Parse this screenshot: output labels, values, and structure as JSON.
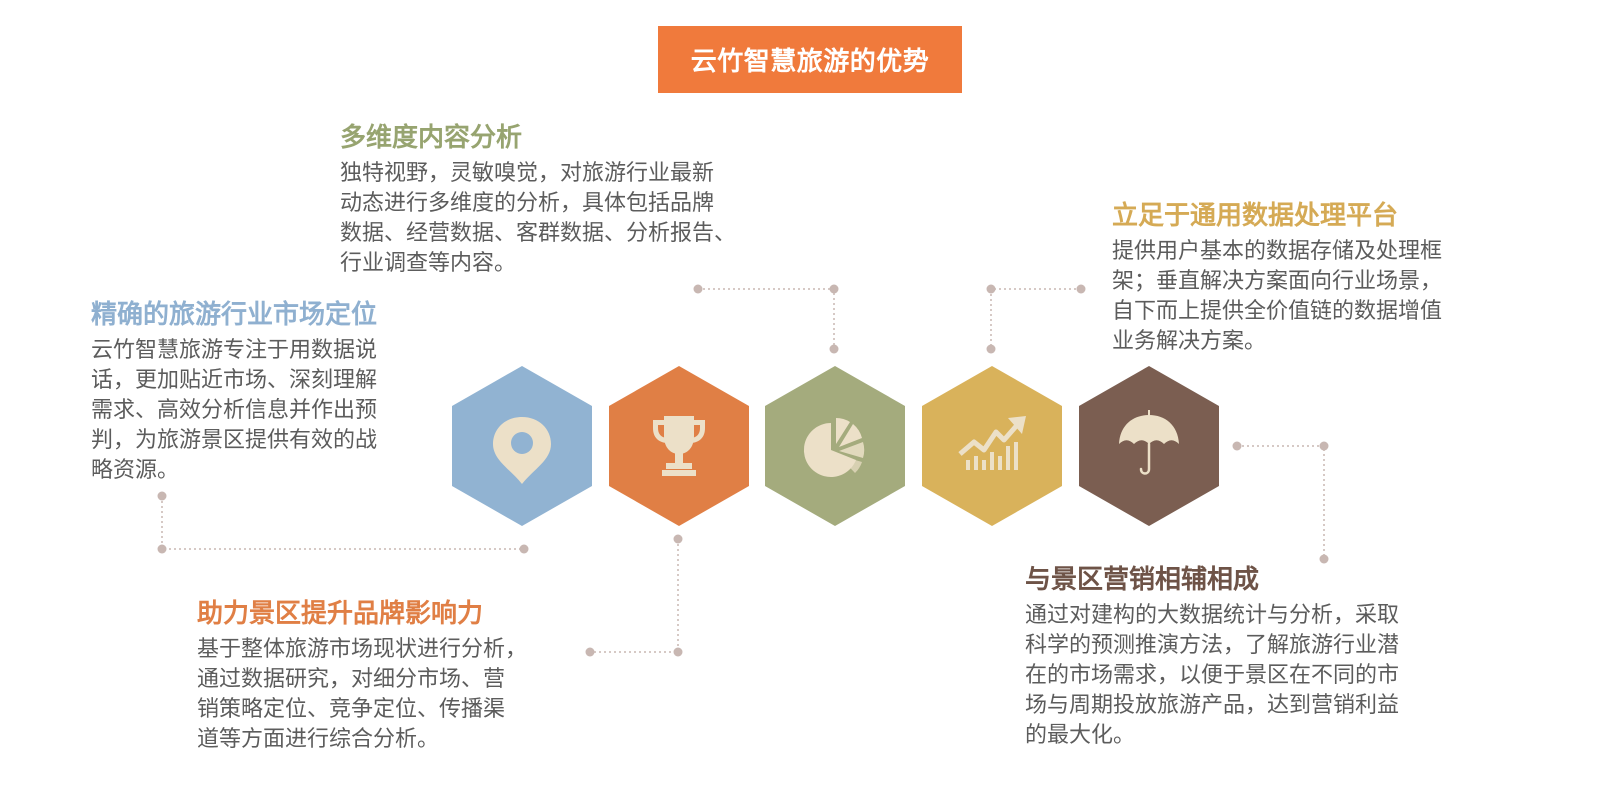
{
  "title": "云竹智慧旅游的优势",
  "colors": {
    "title_bg": "#f07a3c",
    "blue": "#91b3d2",
    "orange": "#e07f45",
    "green": "#a4ab7d",
    "yellow": "#d9b25b",
    "brown": "#7b5e51",
    "icon": "#ece0c8",
    "connector": "#c8b7b2"
  },
  "blocks": [
    {
      "heading": "多维度内容分析",
      "body": "独特视野，灵敏嗅觉，对旅游行业最新\n动态进行多维度的分析，具体包括品牌\n数据、经营数据、客群数据、分析报告、\n行业调查等内容。",
      "color": "#97a470"
    },
    {
      "heading": "精确的旅游行业市场定位",
      "body": "云竹智慧旅游专注于用数据说\n话，更加贴近市场、深刻理解\n需求、高效分析信息并作出预\n判，为旅游景区提供有效的战\n略资源。",
      "color": "#8fb0d0"
    },
    {
      "heading": "立足于通用数据处理平台",
      "body": "提供用户基本的数据存储及处理框\n架；垂直解决方案面向行业场景，\n自下而上提供全价值链的数据增值\n业务解决方案。",
      "color": "#d5aa55"
    },
    {
      "heading": "助力景区提升品牌影响力",
      "body": "基于整体旅游市场现状进行分析，\n通过数据研究，对细分市场、营\n销策略定位、竞争定位、传播渠\n道等方面进行综合分析。",
      "color": "#e07f45"
    },
    {
      "heading": "与景区营销相辅相成",
      "body": "通过对建构的大数据统计与分析，采取\n科学的预测推演方法，了解旅游行业潜\n在的市场需求，以便于景区在不同的市\n场与周期投放旅游产品，达到营销利益\n的最大化。",
      "color": "#6e5347"
    }
  ],
  "hexagons": [
    {
      "icon": "location-pin-icon",
      "color": "#91b3d2"
    },
    {
      "icon": "trophy-icon",
      "color": "#e07f45"
    },
    {
      "icon": "pie-chart-icon",
      "color": "#a4ab7d"
    },
    {
      "icon": "growth-chart-icon",
      "color": "#d9b25b"
    },
    {
      "icon": "umbrella-icon",
      "color": "#7b5e51"
    }
  ]
}
